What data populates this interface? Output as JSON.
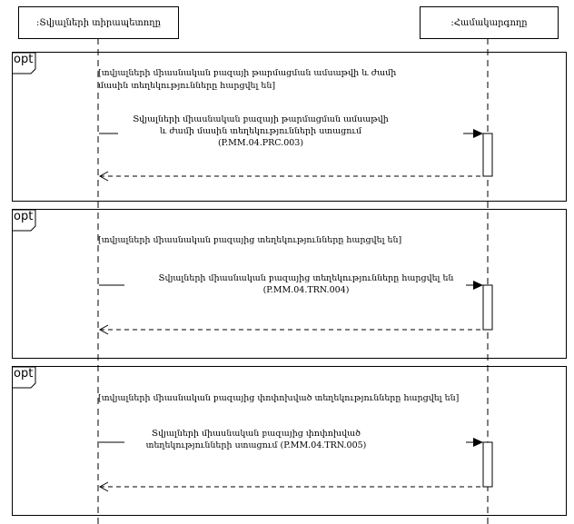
{
  "lifelines": [
    {
      "name": ":Տվյալների տիրապետողը"
    },
    {
      "name": ":Համակարգողը"
    }
  ],
  "fragments": [
    {
      "operator": "opt",
      "guard": "[տվյալների միասնական բազայի թարմացման ամսաթվի և ժամի մասին տեղեկությունները հարցվել են]",
      "message": "Տվյալների միասնական բազայի թարմացման ամսաթվի և ժամի մասին տեղեկությունների ստացում (P.MM.04.PRC.003)"
    },
    {
      "operator": "opt",
      "guard": "[տվյալների միասնական բազայից տեղեկությունները հարցվել են]",
      "message": "Տվյալների միասնական բազայից տեղեկությունները հարցվել են (P.MM.04.TRN.004)"
    },
    {
      "operator": "opt",
      "guard": "[տվյալների միասնական բազայից փոփոխված տեղեկությունները հարցվել են]",
      "message": "Տվյալների միասնական բազայից փոփոխված տեղեկությունների ստացում (P.MM.04.TRN.005)"
    }
  ]
}
